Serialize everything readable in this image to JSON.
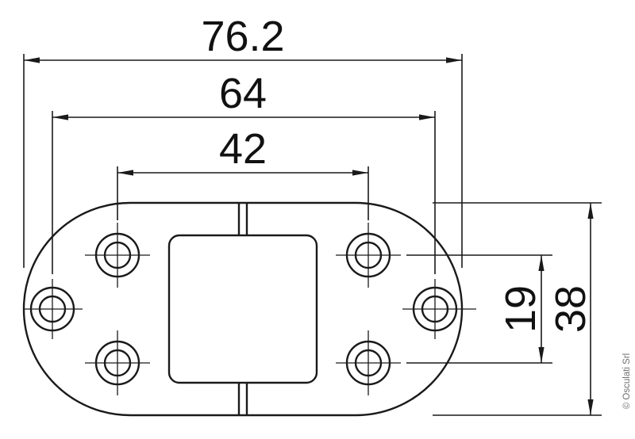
{
  "drawing": {
    "type": "technical-drawing",
    "subject": "Marine hinge, top view, 6 screw holes, dimensions in mm",
    "dimensions": {
      "overall_width": "76.2",
      "hole_spacing_wide": "64",
      "hole_spacing_narrow": "42",
      "hole_row_offset": "19",
      "overall_height": "38"
    },
    "copyright": "© Osculati Srl",
    "colors": {
      "line": "#1a1a1a",
      "background": "#ffffff",
      "copyright": "#6e6e6e"
    }
  }
}
